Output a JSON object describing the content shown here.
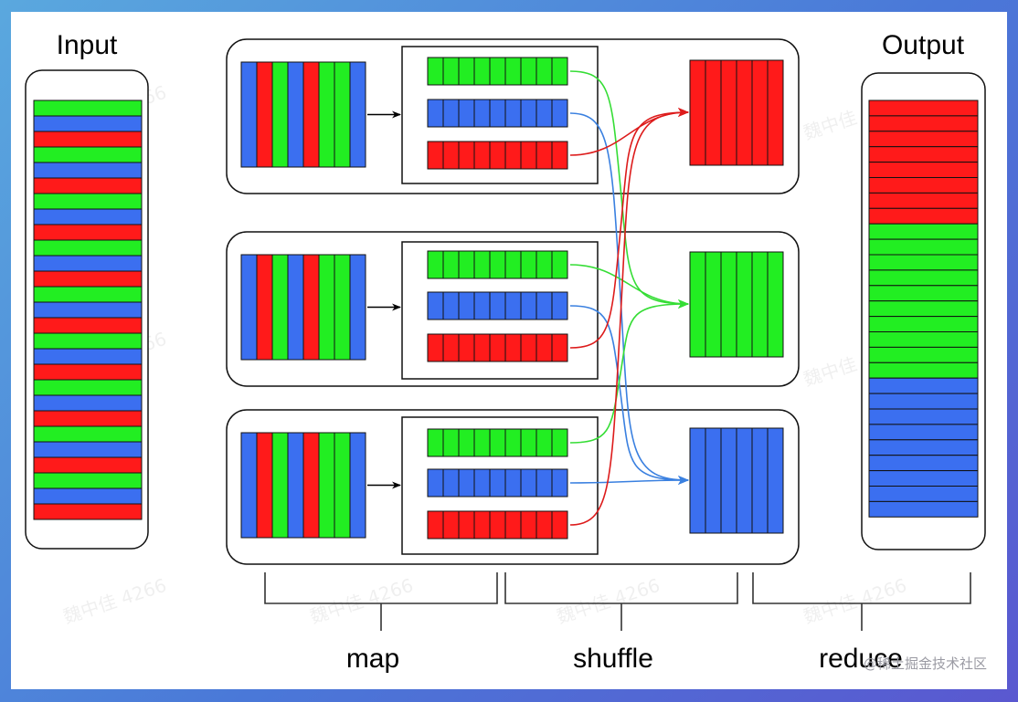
{
  "labels": {
    "input": "Input",
    "output": "Output",
    "map": "map",
    "shuffle": "shuffle",
    "reduce": "reduce"
  },
  "watermark": "魏中佳 4266",
  "credit": "@稀土掘金技术社区",
  "colors": {
    "red": "#ff1a1a",
    "green": "#22ee22",
    "blue": "#3b6ff0",
    "stroke": "#111111",
    "arrow_green": "#35dd35",
    "arrow_red": "#dd1b1b",
    "arrow_blue": "#3a80e0"
  },
  "input_stripes": [
    "green",
    "blue",
    "red",
    "green",
    "blue",
    "red",
    "green",
    "blue",
    "red",
    "green",
    "blue",
    "red",
    "green",
    "blue",
    "red",
    "green",
    "blue",
    "red",
    "green",
    "blue",
    "red",
    "green",
    "blue",
    "red",
    "green",
    "blue",
    "red"
  ],
  "mapper_stripes": [
    "blue",
    "red",
    "green",
    "blue",
    "red",
    "green",
    "green",
    "blue"
  ],
  "mapper_outputs": [
    "green",
    "blue",
    "red"
  ],
  "reducers": [
    "red",
    "green",
    "blue"
  ],
  "output_groups": [
    {
      "color": "red",
      "count": 8
    },
    {
      "color": "green",
      "count": 10
    },
    {
      "color": "blue",
      "count": 9
    }
  ]
}
